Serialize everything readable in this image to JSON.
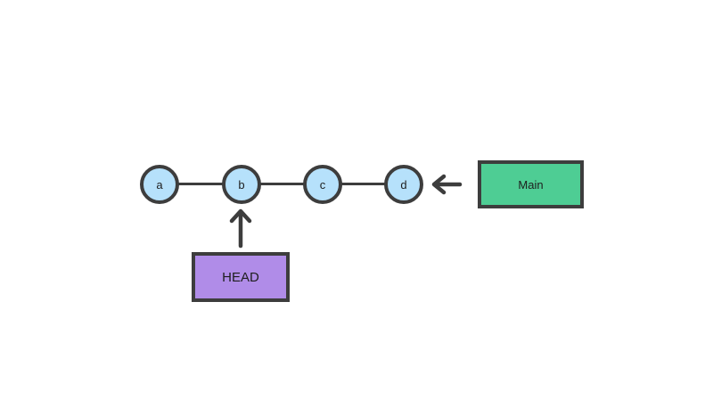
{
  "canvas": {
    "background_color": "#ffffff",
    "outline_color": "#3d3d3d",
    "text_color": "#1e1e1e"
  },
  "graph": {
    "description": "linear commit chain of four nodes connected left to right",
    "node_fill_color": "#b6e1fb",
    "nodes": [
      {
        "label": "a"
      },
      {
        "label": "b"
      },
      {
        "label": "c"
      },
      {
        "label": "d"
      }
    ]
  },
  "labels": {
    "branch": {
      "text": "Main",
      "fill_color": "#4ecd94",
      "points_to_node": "d",
      "arrow_icon": "arrow-left-icon"
    },
    "head": {
      "text": "HEAD",
      "fill_color": "#b08ce8",
      "points_to_node": "b",
      "arrow_icon": "arrow-up-icon"
    }
  }
}
